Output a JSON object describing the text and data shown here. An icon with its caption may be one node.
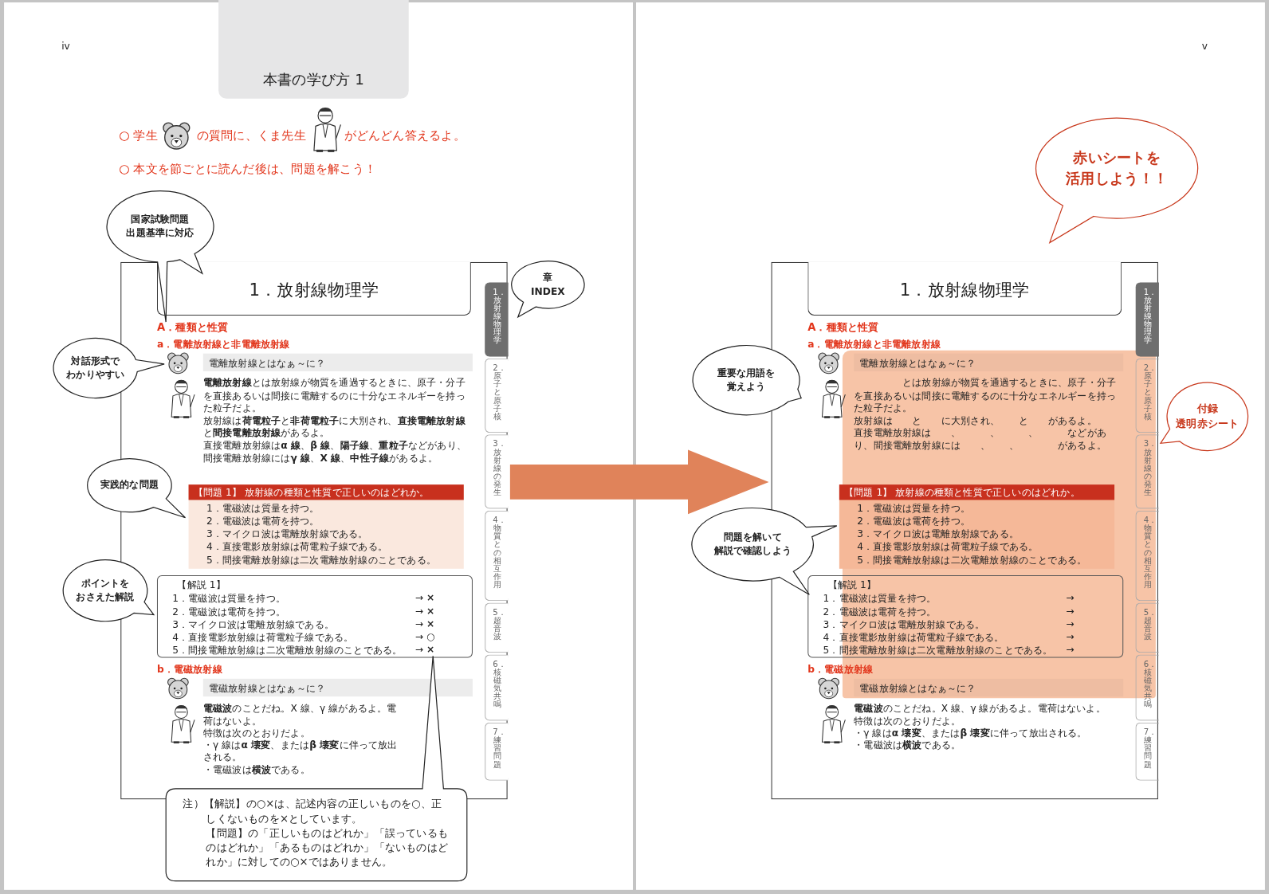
{
  "diagram": {
    "nodes": [
      {
        "text": [
          "本書の学び方 1"
        ]
      },
      {
        "text": [
          "国家試験問題出題基準に対応"
        ]
      },
      {
        "text": [
          "章INDEX"
        ]
      },
      {
        "text": [
          "対話形式でわかりやすい"
        ]
      },
      {
        "text": [
          "実践的な問題"
        ]
      },
      {
        "text": [
          "ポイントをおさえた解説"
        ]
      },
      {
        "text": [
          "A．種類と性質",
          "a．電離放射線と非電離放射線",
          "**電離放射線**とは放射線が物質を通過するときに、原子・分子を直接あるいは間接に電離するのに十分なエネルギーを持った粒子だよ。",
          "放射線は**荷電粒子**と**非荷電粒子**に大別され、**直接電離放射線**と**間接電離放射線**があるよ。",
          "直接電離放射線は**α 線**、**β 線**、**陽子線**、**重粒子**などがあり、間接電離放射線には**γ 線**、**X 線**、**中性子線**があるよ。",
          "b．電磁放射線",
          "**電磁波**のことだね。X 線、γ 線があるよ。電荷はないよ。",
          "特徴は次のとおりだよ。",
          "・γ 線は**α 壊変**、または**β 壊変**に伴って放出される。",
          "・電磁波は**横波**である。"
        ]
      },
      {
        "text": [
          "1．放射線物理学"
        ],
        "in": 6
      },
      {
        "text": [
          "電離放射線とはなぁ～に？"
        ],
        "in": 6
      },
      {
        "text": [
          "【問題 1】 放射線の種類と性質で正しいのはどれか。",
          "1．電磁波は質量を持つ。",
          "2．電磁波は電荷を持つ。",
          "3．マイクロ波は電離放射線である。",
          "4．直接電影放射線は荷電粒子線である。",
          "5．間接電離放射線は二次電離放射線のことである。"
        ],
        "in": 6
      },
      {
        "text": [
          "【解説 1】",
          "1．電磁波は質量を持つ。",
          "→ **×**",
          "2．電磁波は電荷を持つ。",
          "→ **×**",
          "3．マイクロ波は電離放射線である。",
          "→ **×**",
          "4．直接電影放射線は荷電粒子線である。",
          "→ **○**",
          "5．間接電離放射線は二次電離放射線のことである。",
          "→ **×**"
        ],
        "in": 6
      },
      {
        "text": [
          "電磁放射線とはなぁ～に？"
        ],
        "in": 6
      },
      {
        "text": [
          "1．放射線物理学"
        ],
        "in": 6
      },
      {
        "text": [
          "2．原子と原子核"
        ],
        "in": 6
      },
      {
        "text": [
          "3．放射線の発生"
        ],
        "in": 6
      },
      {
        "text": [
          "4．物質との相互作用"
        ],
        "in": 6
      },
      {
        "text": [
          "5．超音波"
        ],
        "in": 6
      },
      {
        "text": [
          "6．核磁気共鳴"
        ],
        "in": 6
      },
      {
        "text": [
          "7．練習問題"
        ],
        "in": 6
      },
      {
        "text": [
          "注）【解説】の○×は、記述内容の正しいものを○、正しくないものを×としています。",
          "【問題】の「正しいものはどれか」「誤っているものはどれか」「あるものはどれか」「ないものはどれか」に対しての○×ではありません。"
        ]
      },
      {
        "text": [
          "赤いシートを活用しよう！！"
        ]
      },
      {
        "text": [
          "重要な用語を覚えよう"
        ]
      },
      {
        "text": [
          "付録透明赤シート"
        ]
      },
      {
        "text": [
          "問題を解いて解説で確認しよう"
        ]
      },
      {
        "text": [
          "A．種類と性質",
          "a．電離放射線と非電離放射線",
          "　　　　　とは放射線が物質を通過するときに、原子・分子を直接あるいは間接に電離するのに十分なエネルギーを持った粒子だよ。",
          "放射線は　　と　　に大別され、　　と　　があるよ。",
          "直接電離放射線は　　、　　　、　　　、　　　などがあり、間接電離放射線には　　、　　、　　　　があるよ。",
          "b．電磁放射線",
          "**電磁波**のことだね。X 線、γ 線があるよ。電荷はないよ。",
          "特徴は次のとおりだよ。",
          "・γ 線は**α 壊変**、または**β 壊変**に伴って放出される。",
          "・電磁波は**横波**である。"
        ]
      },
      {
        "text": [
          "1．放射線物理学"
        ],
        "in": 24
      },
      {
        "text": [
          "電離放射線とはなぁ～に？"
        ],
        "in": 24
      },
      {
        "text": [
          "【問題 1】 放射線の種類と性質で正しいのはどれか。",
          "1．電磁波は質量を持つ。",
          "2．電磁波は電荷を持つ。",
          "3．マイクロ波は電離放射線である。",
          "4．直接電影放射線は荷電粒子線である。",
          "5．間接電離放射線は二次電離放射線のことである。"
        ],
        "in": 24
      },
      {
        "text": [
          "【解説 1】",
          "1．電磁波は質量を持つ。",
          "→",
          "2．電磁波は電荷を持つ。",
          "→",
          "3．マイクロ波は電離放射線である。",
          "→",
          "4．直接電影放射線は荷電粒子線である。",
          "→",
          "5．間接電離放射線は二次電離放射線のことである。",
          "→"
        ],
        "in": 24
      },
      {
        "text": [
          "電磁放射線とはなぁ～に？"
        ],
        "in": 24
      },
      {
        "text": [
          "1．放射線物理学"
        ],
        "in": 24
      },
      {
        "text": [
          "2．原子と原子核"
        ],
        "in": 24
      },
      {
        "text": [
          "3．放射線の発生"
        ],
        "in": 24
      },
      {
        "text": [
          "4．物質との相互作用"
        ],
        "in": 24
      },
      {
        "text": [
          "5．超音波"
        ],
        "in": 24
      },
      {
        "text": [
          "6．核磁気共鳴"
        ],
        "in": 24
      },
      {
        "text": [
          "7．練習問題"
        ],
        "in": 24
      }
    ],
    "edges": [
      {
        "from": 6,
        "to": 24,
        "arrow": "to",
        "style": "thick",
        "color": "#e0835a"
      }
    ],
    "labels": [
      "iv",
      "○ 学生",
      "の質問に、くま先生",
      "がどんどん答えるよ。",
      "○ 本文を節ごとに読んだ後は、問題を解こう！",
      "v"
    ]
  }
}
